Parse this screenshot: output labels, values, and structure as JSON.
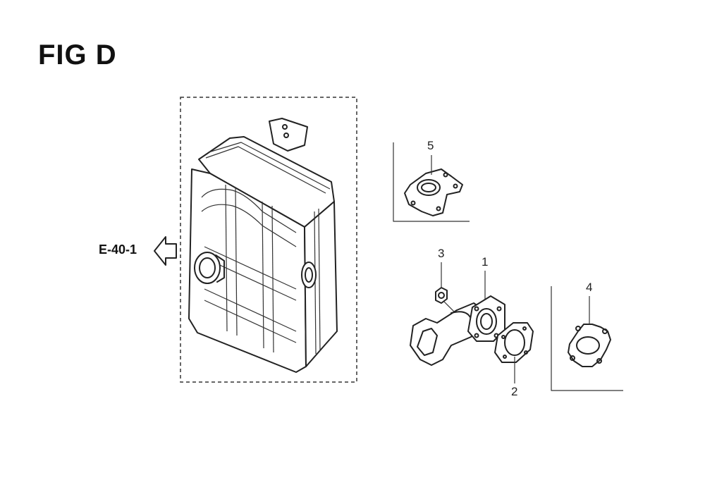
{
  "figure": {
    "title": "FIG D"
  },
  "reference": {
    "label": "E-40-1",
    "arrow_icon": "left-arrow-outline"
  },
  "callouts": {
    "part_1": "1",
    "part_2": "2",
    "part_3": "3",
    "part_4": "4",
    "part_5": "5"
  }
}
